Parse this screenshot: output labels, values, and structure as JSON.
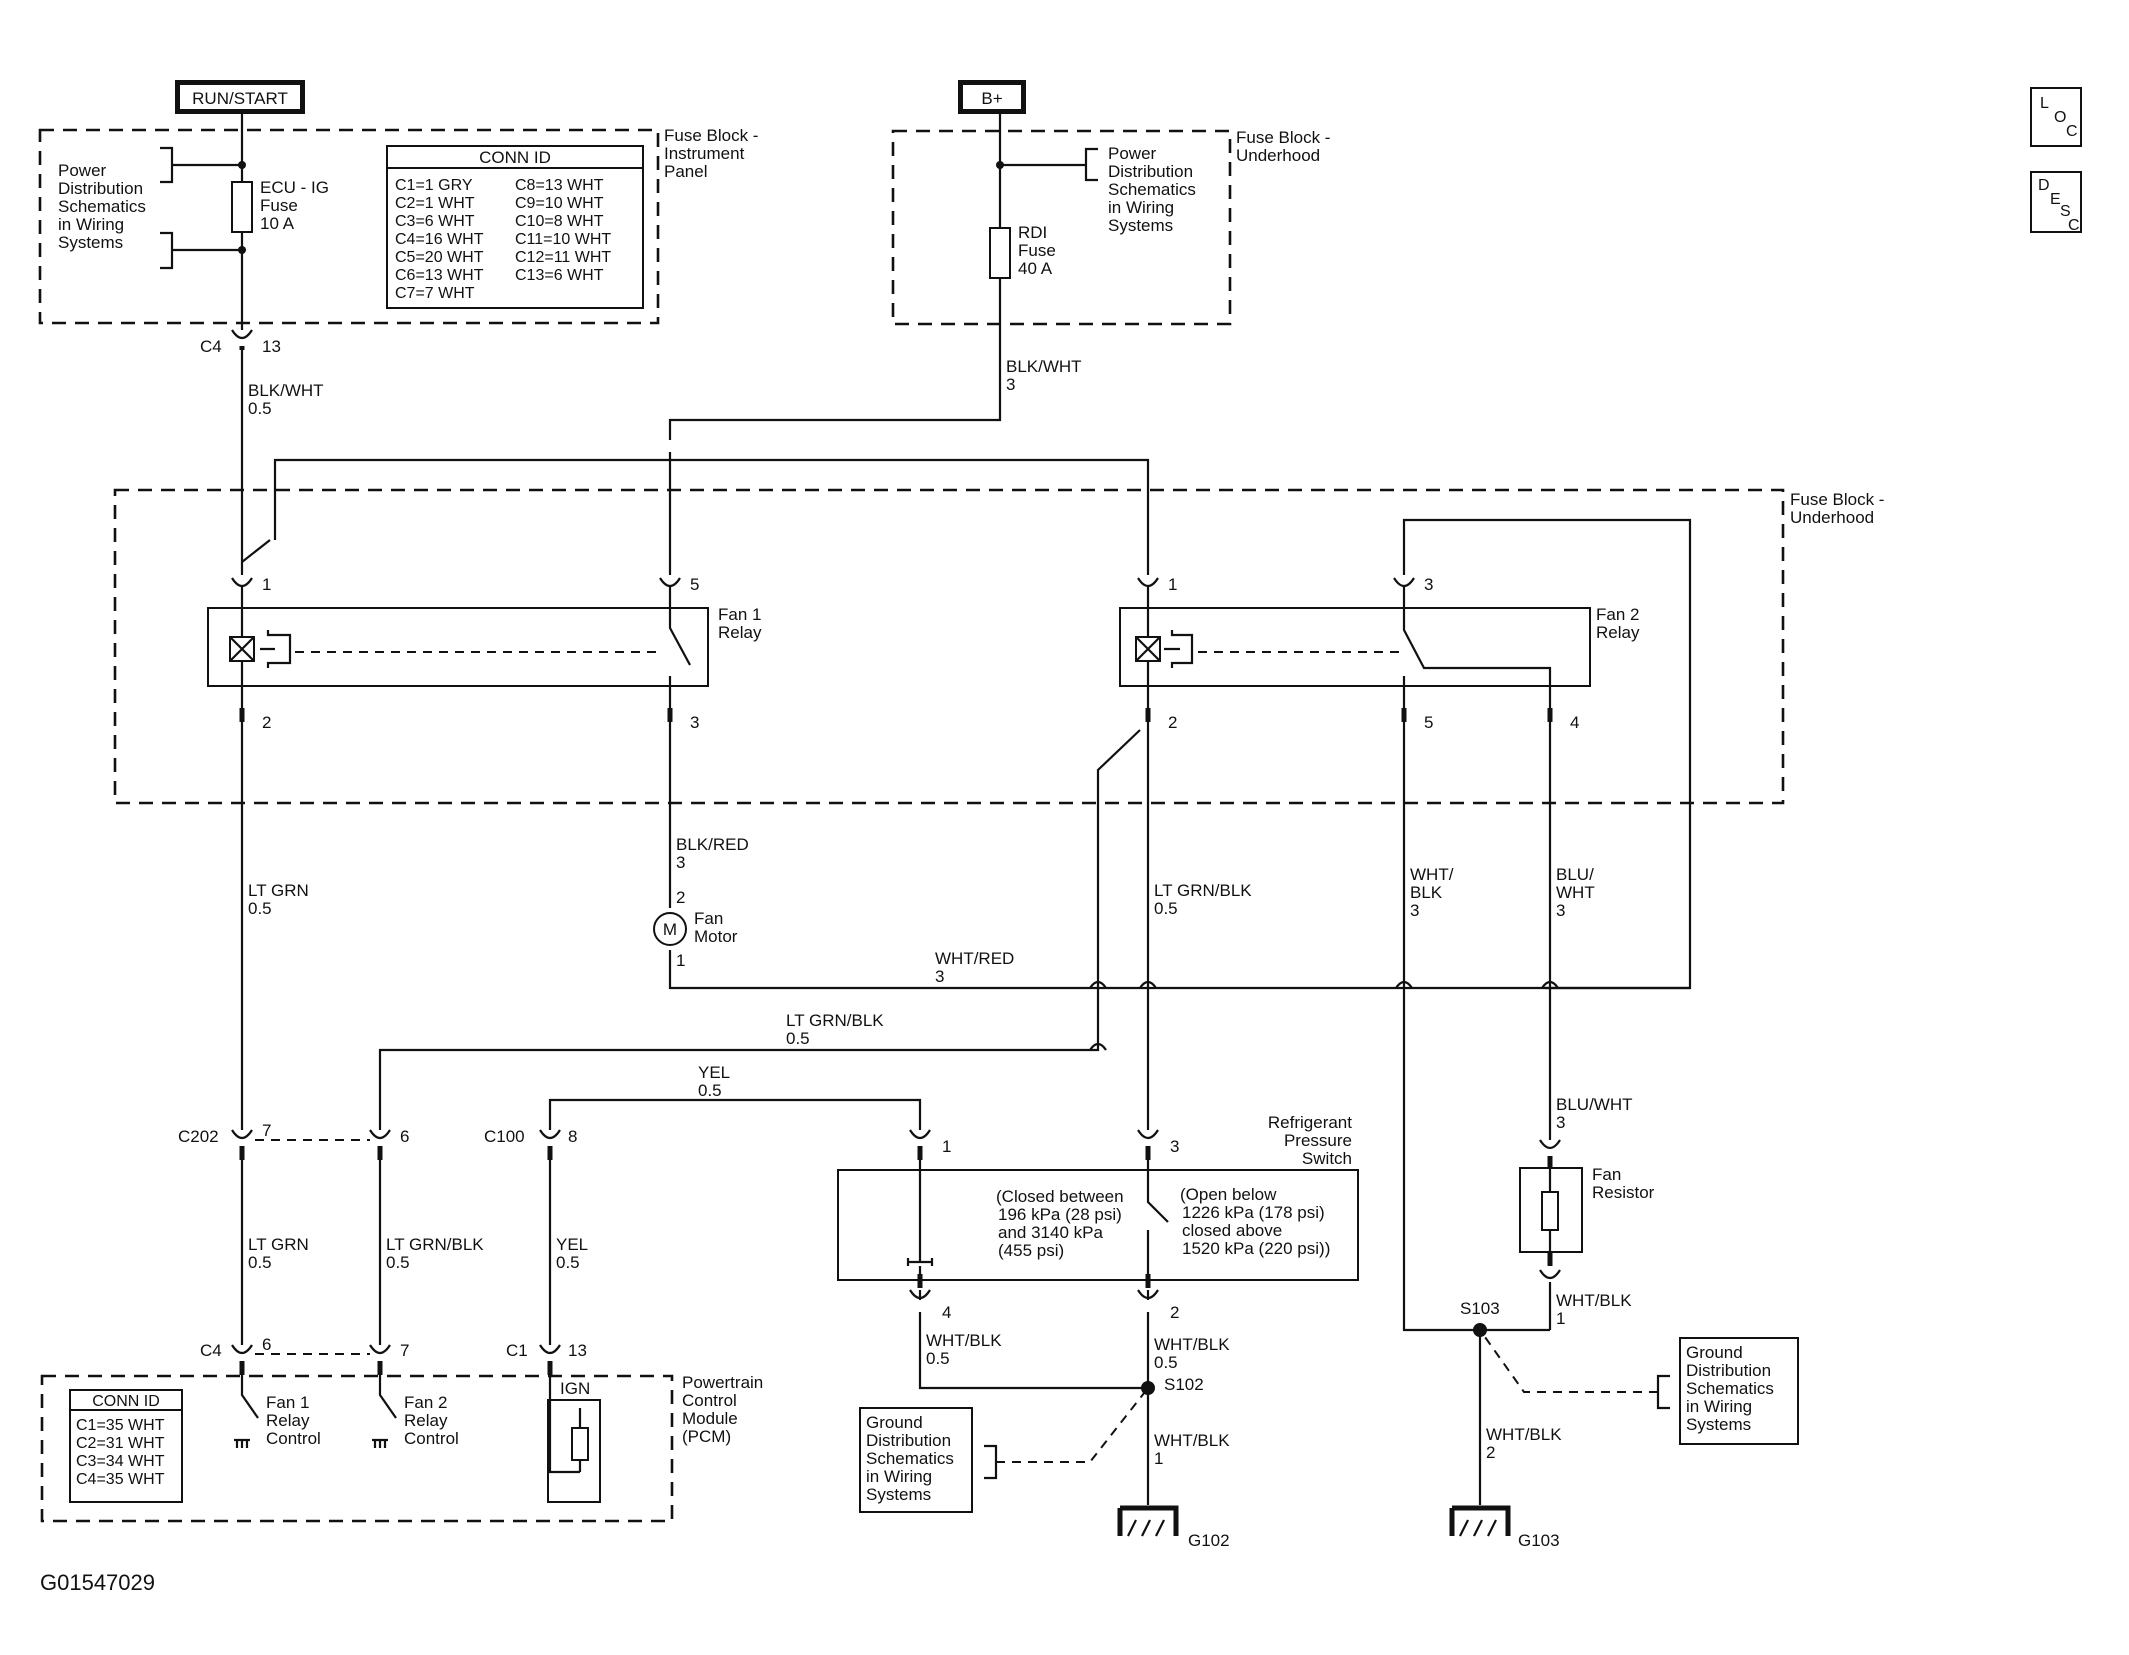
{
  "power_labels": {
    "run_start": "RUN/START",
    "b_plus": "B+"
  },
  "ldc_desc": {
    "loc_l": "L",
    "loc_o": "O",
    "loc_c": "C",
    "desc_d": "D",
    "desc_e": "E",
    "desc_s": "S",
    "desc_c": "C"
  },
  "fuse_block_ip": {
    "title": [
      "Fuse Block -",
      "Instrument",
      "Panel"
    ],
    "power_ref": [
      "Power",
      "Distribution",
      "Schematics",
      "in Wiring",
      "Systems"
    ],
    "fuse": [
      "ECU - IG",
      "Fuse",
      "10 A"
    ],
    "conn_id_title": "CONN ID",
    "conn_left": [
      "C1=1 GRY",
      "C2=1 WHT",
      "C3=6 WHT",
      "C4=16 WHT",
      "C5=20 WHT",
      "C6=13 WHT",
      "C7=7 WHT"
    ],
    "conn_right": [
      "C8=13 WHT",
      "C9=10 WHT",
      "C10=8 WHT",
      "C11=10 WHT",
      "C12=11 WHT",
      "C13=6 WHT"
    ],
    "out_conn": "C4",
    "out_pin": "13"
  },
  "fuse_block_uh_top": {
    "title": [
      "Fuse Block -",
      "Underhood"
    ],
    "power_ref": [
      "Power",
      "Distribution",
      "Schematics",
      "in Wiring",
      "Systems"
    ],
    "fuse": [
      "RDI",
      "Fuse",
      "40 A"
    ]
  },
  "wires": {
    "blk_wht_05": [
      "BLK/WHT",
      "0.5"
    ],
    "blk_wht_3": [
      "BLK/WHT",
      "3"
    ],
    "lt_grn_05_a": [
      "LT GRN",
      "0.5"
    ],
    "blk_red_3": [
      "BLK/RED",
      "3"
    ],
    "lt_grn_blk_05_a": [
      "LT GRN/BLK",
      "0.5"
    ],
    "wht_blk_3": [
      "WHT/",
      "BLK",
      "3"
    ],
    "blu_wht_3_a": [
      "BLU/",
      "WHT",
      "3"
    ],
    "wht_red_3": [
      "WHT/RED",
      "3"
    ],
    "lt_grn_blk_05_b": [
      "LT GRN/BLK",
      "0.5"
    ],
    "yel_05_a": [
      "YEL",
      "0.5"
    ],
    "blu_wht_3_b": [
      "BLU/WHT",
      "3"
    ],
    "lt_grn_05_b": [
      "LT GRN",
      "0.5"
    ],
    "lt_grn_blk_05_c": [
      "LT GRN/BLK",
      "0.5"
    ],
    "yel_05_b": [
      "YEL",
      "0.5"
    ],
    "wht_blk_05_a": [
      "WHT/BLK",
      "0.5"
    ],
    "wht_blk_05_b": [
      "WHT/BLK",
      "0.5"
    ],
    "wht_blk_1_a": [
      "WHT/BLK",
      "1"
    ],
    "wht_blk_1_b": [
      "WHT/BLK",
      "1"
    ],
    "wht_blk_2": [
      "WHT/BLK",
      "2"
    ]
  },
  "fuse_block_uh_main": {
    "title": [
      "Fuse Block -",
      "Underhood"
    ],
    "fan1_relay": [
      "Fan 1",
      "Relay"
    ],
    "fan2_relay": [
      "Fan 2",
      "Relay"
    ],
    "pins": {
      "r1_p1": "1",
      "r1_p5": "5",
      "r1_p2": "2",
      "r1_p3": "3",
      "r2_p1": "1",
      "r2_p3": "3",
      "r2_p2": "2",
      "r2_p5": "5",
      "r2_p4": "4"
    }
  },
  "fan_motor": {
    "label": [
      "Fan",
      "Motor"
    ],
    "symbol": "M",
    "pin_top": "2",
    "pin_bottom": "1"
  },
  "connectors": {
    "c202": "C202",
    "c202_pin7": "7",
    "c202_pin6": "6",
    "c100": "C100",
    "c100_pin8": "8",
    "c4": "C4",
    "c4_pin6": "6",
    "c4_pin7": "7",
    "c1": "C1",
    "c1_pin13": "13"
  },
  "pressure_switch": {
    "title": [
      "Refrigerant",
      "Pressure",
      "Switch"
    ],
    "low": [
      "(Closed between",
      "196 kPa (28 psi)",
      "and 3140 kPa",
      "(455 psi)"
    ],
    "high": [
      "(Open below",
      "1226 kPa (178 psi)",
      "closed above",
      "1520 kPa (220 psi))"
    ],
    "pin1": "1",
    "pin3": "3",
    "pin4": "4",
    "pin2": "2"
  },
  "fan_resistor": {
    "label": [
      "Fan",
      "Resistor"
    ]
  },
  "pcm": {
    "title": [
      "Powertrain",
      "Control",
      "Module",
      "(PCM)"
    ],
    "conn_id_title": "CONN ID",
    "conn_ids": [
      "C1=35 WHT",
      "C2=31 WHT",
      "C3=34 WHT",
      "C4=35 WHT"
    ],
    "fan1": [
      "Fan 1",
      "Relay",
      "Control"
    ],
    "fan2": [
      "Fan 2",
      "Relay",
      "Control"
    ],
    "ign": "IGN"
  },
  "splices": {
    "s102": "S102",
    "s103": "S103"
  },
  "grounds": {
    "ref": [
      "Ground",
      "Distribution",
      "Schematics",
      "in Wiring",
      "Systems"
    ],
    "g102": "G102",
    "g103": "G103"
  },
  "figure_id": "G01547029"
}
